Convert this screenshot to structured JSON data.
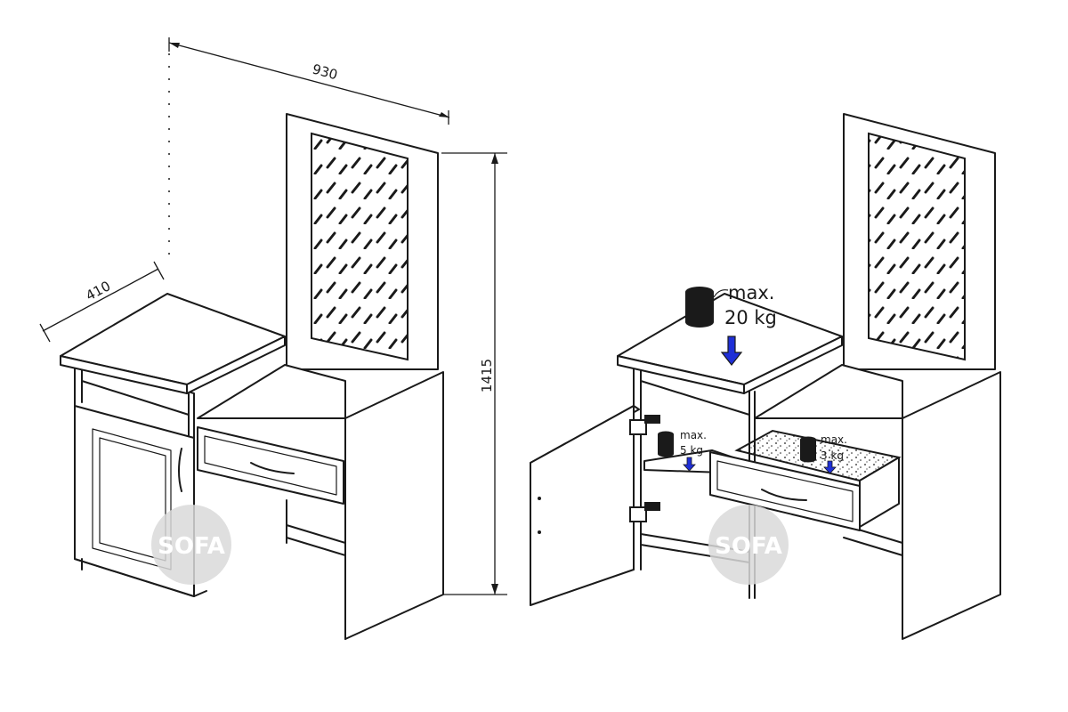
{
  "dimensions": {
    "width": "930",
    "depth": "410",
    "height": "1415"
  },
  "loads": {
    "top": {
      "line1": "max.",
      "line2": "20 kg"
    },
    "shelf": {
      "line1": "max.",
      "line2": "5 kg"
    },
    "drawer": {
      "line1": "max.",
      "line2": "3 kg"
    }
  },
  "watermark": {
    "text": "SOFA"
  },
  "colors": {
    "line": "#1a1a1a",
    "arrow": "#1f2fd6",
    "watermark": "#d9d9d9"
  }
}
